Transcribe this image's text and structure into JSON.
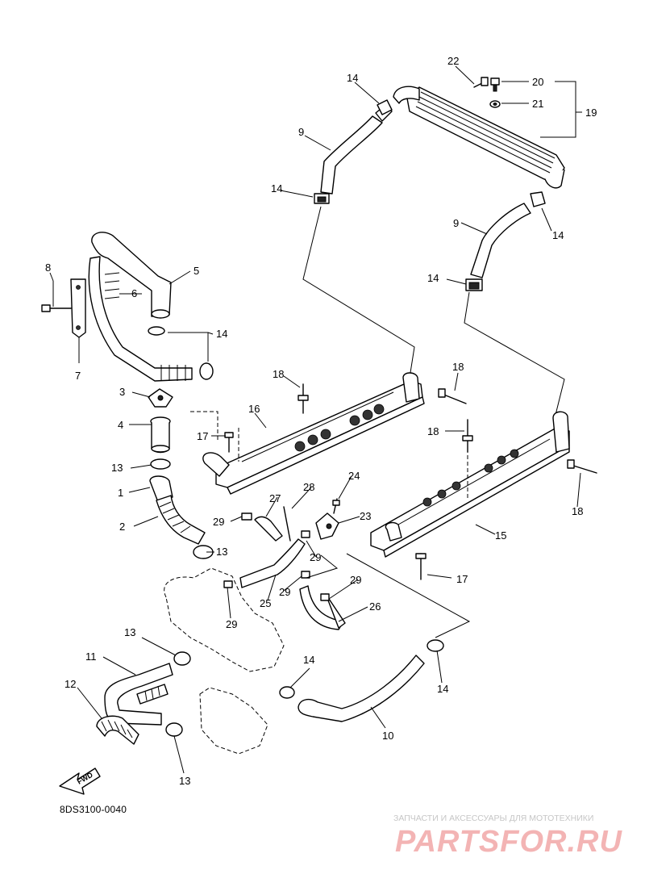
{
  "diagram": {
    "code": "8DS3100-0040",
    "fwd_label": "FWD",
    "callouts": [
      {
        "id": "c22",
        "text": "22"
      },
      {
        "id": "c20",
        "text": "20"
      },
      {
        "id": "c21",
        "text": "21"
      },
      {
        "id": "c19",
        "text": "19"
      },
      {
        "id": "c14a",
        "text": "14"
      },
      {
        "id": "c9a",
        "text": "9"
      },
      {
        "id": "c14b",
        "text": "14"
      },
      {
        "id": "c9b",
        "text": "9"
      },
      {
        "id": "c14c",
        "text": "14"
      },
      {
        "id": "c14d",
        "text": "14"
      },
      {
        "id": "c8",
        "text": "8"
      },
      {
        "id": "c5",
        "text": "5"
      },
      {
        "id": "c6",
        "text": "6"
      },
      {
        "id": "c14e",
        "text": "14"
      },
      {
        "id": "c7",
        "text": "7"
      },
      {
        "id": "c3",
        "text": "3"
      },
      {
        "id": "c18a",
        "text": "18"
      },
      {
        "id": "c18b",
        "text": "18"
      },
      {
        "id": "c16",
        "text": "16"
      },
      {
        "id": "c4",
        "text": "4"
      },
      {
        "id": "c17a",
        "text": "17"
      },
      {
        "id": "c18c",
        "text": "18"
      },
      {
        "id": "c13a",
        "text": "13"
      },
      {
        "id": "c24",
        "text": "24"
      },
      {
        "id": "c28",
        "text": "28"
      },
      {
        "id": "c1",
        "text": "1"
      },
      {
        "id": "c27",
        "text": "27"
      },
      {
        "id": "c23",
        "text": "23"
      },
      {
        "id": "c29a",
        "text": "29"
      },
      {
        "id": "c2",
        "text": "2"
      },
      {
        "id": "c15",
        "text": "15"
      },
      {
        "id": "c18d",
        "text": "18"
      },
      {
        "id": "c13b",
        "text": "13"
      },
      {
        "id": "c29b",
        "text": "29"
      },
      {
        "id": "c17b",
        "text": "17"
      },
      {
        "id": "c29c",
        "text": "29"
      },
      {
        "id": "c29d",
        "text": "29"
      },
      {
        "id": "c25",
        "text": "25"
      },
      {
        "id": "c26",
        "text": "26"
      },
      {
        "id": "c29e",
        "text": "29"
      },
      {
        "id": "c13c",
        "text": "13"
      },
      {
        "id": "c11",
        "text": "11"
      },
      {
        "id": "c14f",
        "text": "14"
      },
      {
        "id": "c14g",
        "text": "14"
      },
      {
        "id": "c12",
        "text": "12"
      },
      {
        "id": "c10",
        "text": "10"
      },
      {
        "id": "c13d",
        "text": "13"
      }
    ]
  },
  "watermark": {
    "tagline": "ЗАПЧАСТИ И АКСЕССУАРЫ ДЛЯ МОТОТЕХНИКИ",
    "logo": "PARTSFOR.RU"
  }
}
